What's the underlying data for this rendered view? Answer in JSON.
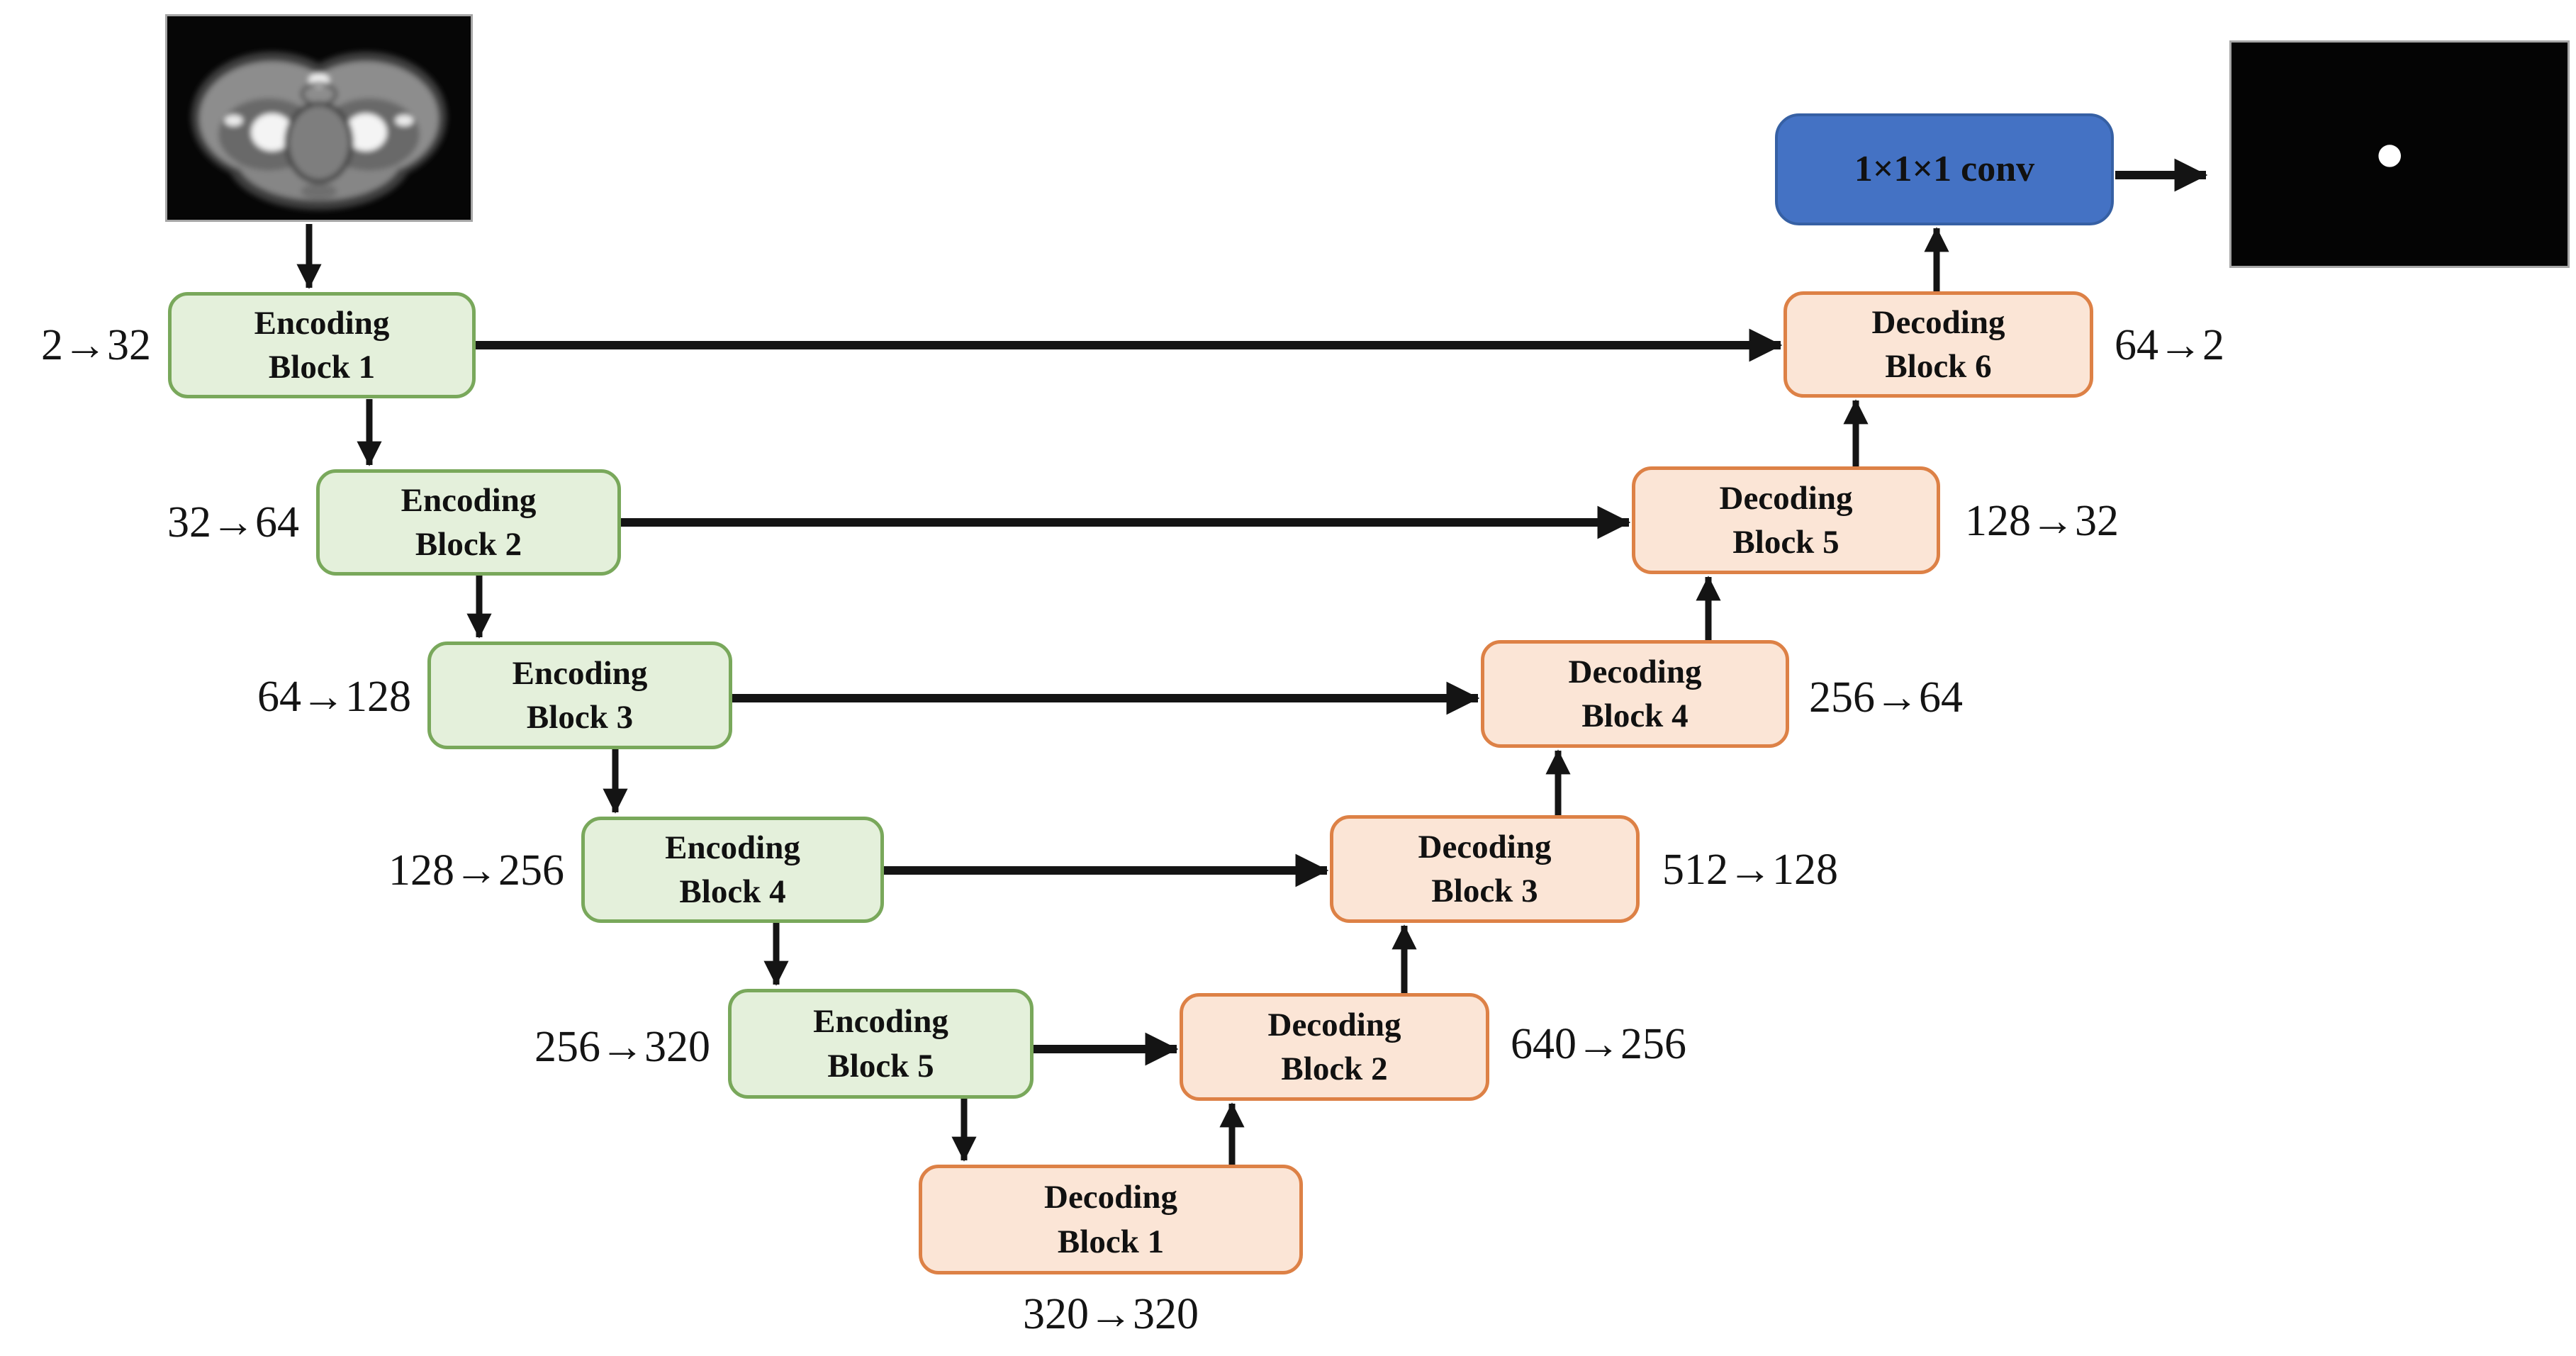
{
  "diagram": {
    "type": "u-net-architecture",
    "conv": {
      "label": "1×1×1 conv"
    },
    "encoders": [
      {
        "label": "Encoding\nBlock 1",
        "channels": "2→32"
      },
      {
        "label": "Encoding\nBlock 2",
        "channels": "32→64"
      },
      {
        "label": "Encoding\nBlock 3",
        "channels": "64→128"
      },
      {
        "label": "Encoding\nBlock 4",
        "channels": "128→256"
      },
      {
        "label": "Encoding\nBlock 5",
        "channels": "256→320"
      }
    ],
    "decoders": [
      {
        "label": "Decoding\nBlock 1",
        "channels": "320→320"
      },
      {
        "label": "Decoding\nBlock 2",
        "channels": "640→256"
      },
      {
        "label": "Decoding\nBlock 3",
        "channels": "512→128"
      },
      {
        "label": "Decoding\nBlock 4",
        "channels": "256→64"
      },
      {
        "label": "Decoding\nBlock 5",
        "channels": "128→32"
      },
      {
        "label": "Decoding\nBlock 6",
        "channels": "64→2"
      }
    ],
    "images": [
      {
        "name": "input-ct-slice"
      },
      {
        "name": "output-segmentation-mask"
      }
    ],
    "colors": {
      "encoder_fill": "#E4F0DB",
      "encoder_border": "#79A85B",
      "decoder_fill": "#FBE5D6",
      "decoder_border": "#DD8146",
      "conv_fill": "#4472C4",
      "arrow": "#141414"
    }
  }
}
